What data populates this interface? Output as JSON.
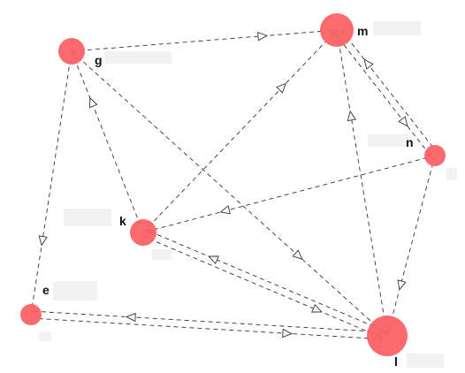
{
  "graph": {
    "node_color": "#fb6266",
    "highlight_stroke": "#e8232a",
    "nodes": [
      {
        "id": "g",
        "label": "g",
        "size": "medium",
        "highlighted": true
      },
      {
        "id": "m",
        "label": "m",
        "size": "large"
      },
      {
        "id": "n",
        "label": "n",
        "size": "small"
      },
      {
        "id": "k",
        "label": "k",
        "size": "medium"
      },
      {
        "id": "e",
        "label": "e",
        "size": "small"
      },
      {
        "id": "l",
        "label": "l",
        "size": "xlarge"
      }
    ],
    "edges": [
      {
        "from": "g",
        "to": "m"
      },
      {
        "from": "g",
        "to": "l"
      },
      {
        "from": "g",
        "to": "e"
      },
      {
        "from": "k",
        "to": "g"
      },
      {
        "from": "k",
        "to": "m"
      },
      {
        "from": "n",
        "to": "k"
      },
      {
        "from": "m",
        "to": "n"
      },
      {
        "from": "n",
        "to": "m"
      },
      {
        "from": "n",
        "to": "l"
      },
      {
        "from": "l",
        "to": "m"
      },
      {
        "from": "l",
        "to": "k"
      },
      {
        "from": "k",
        "to": "l"
      },
      {
        "from": "l",
        "to": "e"
      },
      {
        "from": "e",
        "to": "l"
      }
    ]
  }
}
